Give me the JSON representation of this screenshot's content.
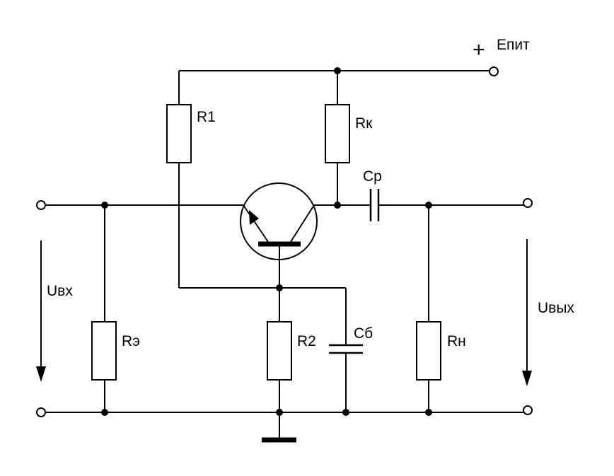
{
  "labels": {
    "supply": "Епит",
    "supply_sign": "+",
    "r1": "R1",
    "rk": "Rк",
    "cp": "Cр",
    "re": "Rэ",
    "r2": "R2",
    "cb": "Cб",
    "rn": "Rн",
    "u_in": "Uвх",
    "u_out": "Uвых"
  }
}
